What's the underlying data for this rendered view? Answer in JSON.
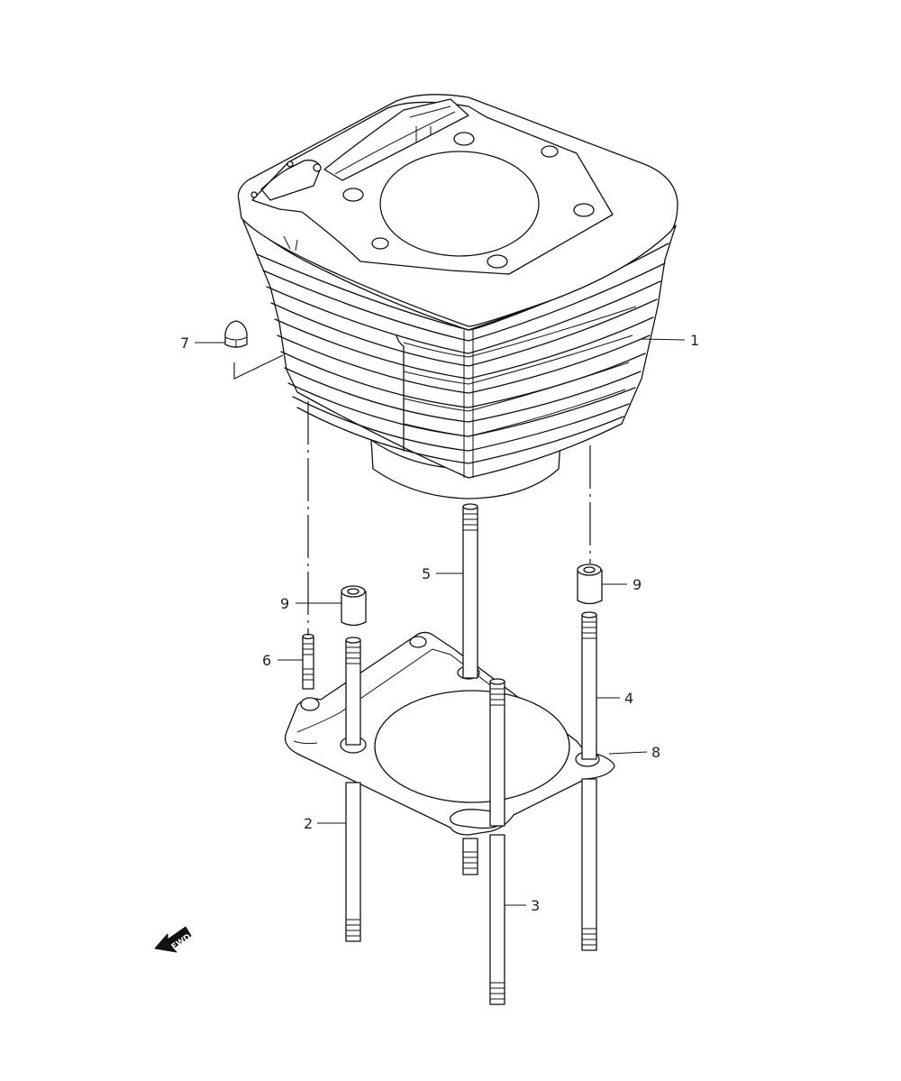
{
  "callouts": [
    {
      "id": "1",
      "label": "1"
    },
    {
      "id": "2",
      "label": "2"
    },
    {
      "id": "3",
      "label": "3"
    },
    {
      "id": "4",
      "label": "4"
    },
    {
      "id": "5",
      "label": "5"
    },
    {
      "id": "6",
      "label": "6"
    },
    {
      "id": "7",
      "label": "7"
    },
    {
      "id": "8",
      "label": "8"
    },
    {
      "id": "9a",
      "label": "9"
    },
    {
      "id": "9b",
      "label": "9"
    }
  ],
  "direction_marker": {
    "label": "FWD",
    "icon": "forward-arrow-icon"
  }
}
